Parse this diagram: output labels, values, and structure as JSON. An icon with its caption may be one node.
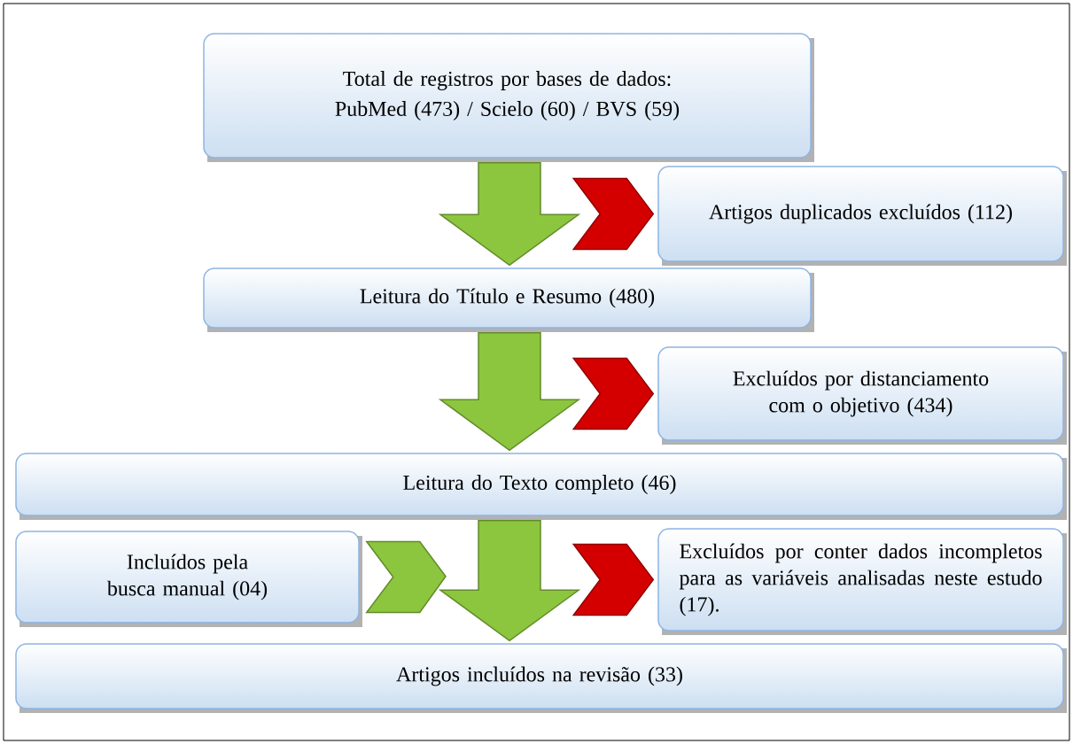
{
  "diagram": {
    "nodes": [
      {
        "text": [
          "Total de registros por bases de dados:",
          "PubMed (473) / Scielo (60) / BVS (59)"
        ]
      },
      {
        "text": [
          "Artigos duplicados excluídos (112)"
        ]
      },
      {
        "text": [
          "Leitura do Título e Resumo (480)"
        ]
      },
      {
        "text": [
          "Excluídos por distanciamento com o objetivo (434)"
        ]
      },
      {
        "text": [
          "Leitura do Texto completo (46)"
        ]
      },
      {
        "text": [
          "Incluídos pela busca manual (04)"
        ]
      },
      {
        "text": [
          "Excluídos por conter dados incompletos para as variáveis analisadas neste estudo (17)."
        ]
      },
      {
        "text": [
          "Artigos incluídos na revisão (33)"
        ]
      }
    ],
    "edges": [
      {
        "from": 0,
        "to": 2,
        "arrow": "to"
      },
      {
        "from": null,
        "to": 1,
        "arrow": "to",
        "color": "#d40000"
      },
      {
        "from": 2,
        "to": 4,
        "arrow": "to"
      },
      {
        "from": null,
        "to": 3,
        "arrow": "to",
        "color": "#d40000"
      },
      {
        "from": 4,
        "to": 7,
        "arrow": "to"
      },
      {
        "from": 5,
        "to": 7,
        "arrow": "to"
      },
      {
        "from": null,
        "to": 6,
        "arrow": "to",
        "color": "#d40000"
      }
    ]
  }
}
